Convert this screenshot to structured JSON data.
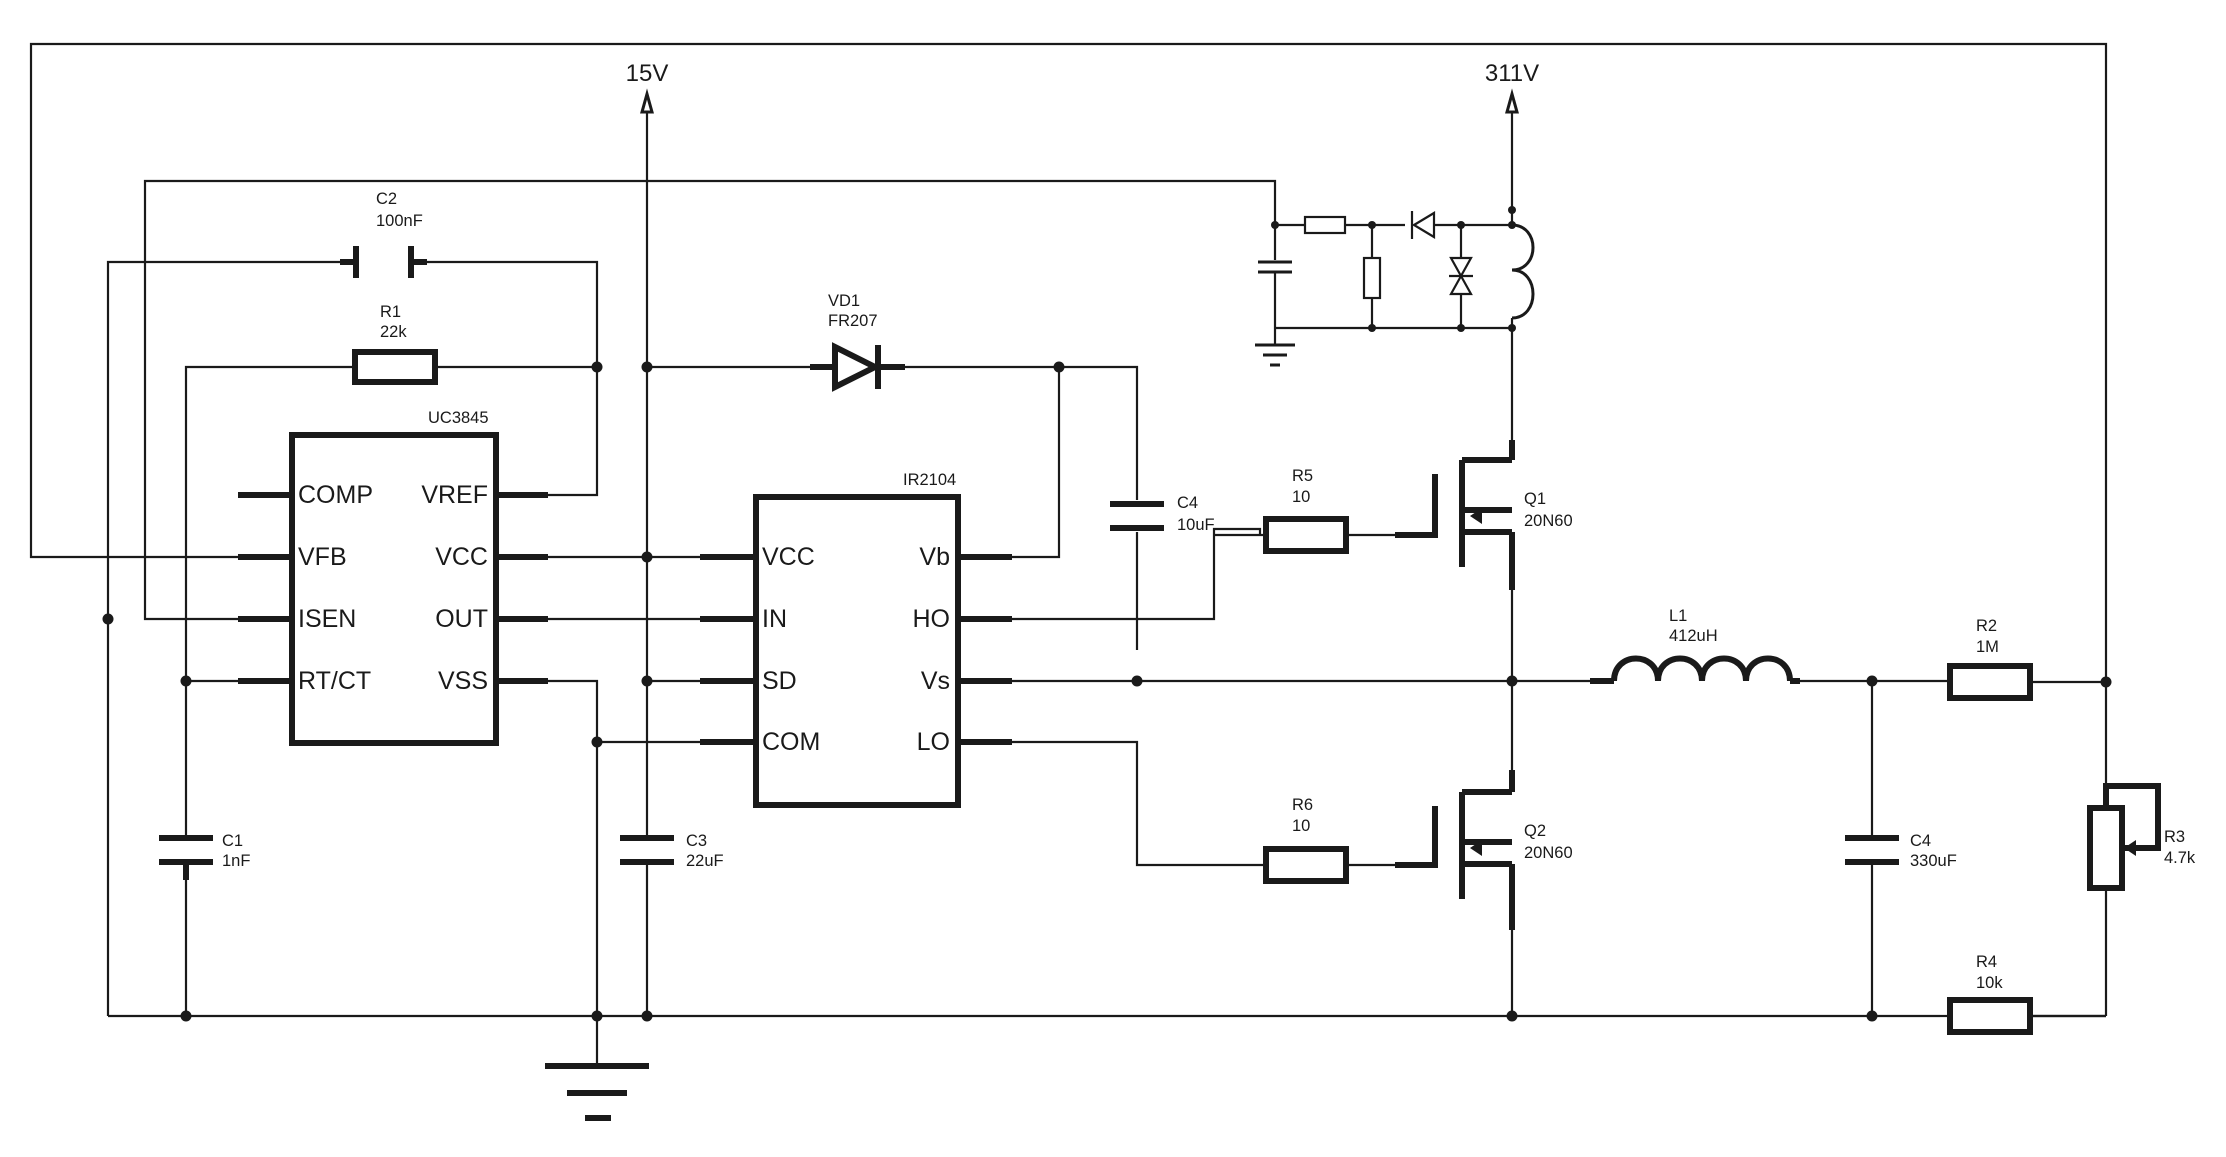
{
  "rails": {
    "v15": "15V",
    "v311": "311V"
  },
  "uc3845": {
    "name": "UC3845",
    "pins_left": [
      "COMP",
      "VFB",
      "ISEN",
      "RT/CT"
    ],
    "pins_right": [
      "VREF",
      "VCC",
      "OUT",
      "VSS"
    ]
  },
  "ir2104": {
    "name": "IR2104",
    "pins_left": [
      "VCC",
      "IN",
      "SD",
      "COM"
    ],
    "pins_right": [
      "Vb",
      "HO",
      "Vs",
      "LO"
    ]
  },
  "components": {
    "C1": {
      "ref": "C1",
      "value": "1nF"
    },
    "C2": {
      "ref": "C2",
      "value": "100nF"
    },
    "C3": {
      "ref": "C3",
      "value": "22uF"
    },
    "C4a": {
      "ref": "C4",
      "value": "10uF"
    },
    "C4b": {
      "ref": "C4",
      "value": "330uF"
    },
    "R1": {
      "ref": "R1",
      "value": "22k"
    },
    "R2": {
      "ref": "R2",
      "value": "1M"
    },
    "R3": {
      "ref": "R3",
      "value": "4.7k"
    },
    "R4": {
      "ref": "R4",
      "value": "10k"
    },
    "R5": {
      "ref": "R5",
      "value": "10"
    },
    "R6": {
      "ref": "R6",
      "value": "10"
    },
    "VD1": {
      "ref": "VD1",
      "value": "FR207"
    },
    "L1": {
      "ref": "L1",
      "value": "412uH"
    },
    "Q1": {
      "ref": "Q1",
      "value": "20N60"
    },
    "Q2": {
      "ref": "Q2",
      "value": "20N60"
    }
  }
}
